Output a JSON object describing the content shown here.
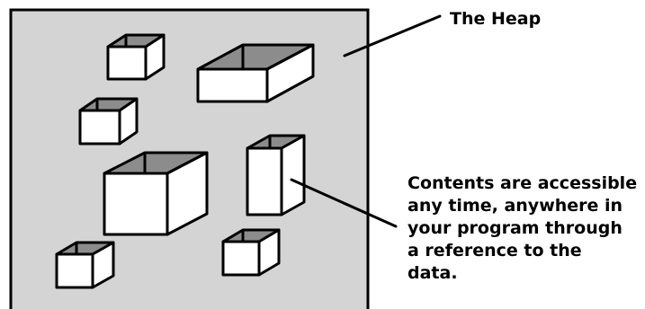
{
  "heap_label": "The Heap",
  "access_lines": [
    "Contents are accessible",
    "any time, anywhere in",
    "your program through",
    "a reference to the",
    "data."
  ],
  "colors": {
    "heap_fill": "#d4d4d4",
    "outline": "#000000",
    "box_front": "#ffffff",
    "box_top": "#8c8c8c",
    "box_side": "#ffffff"
  }
}
